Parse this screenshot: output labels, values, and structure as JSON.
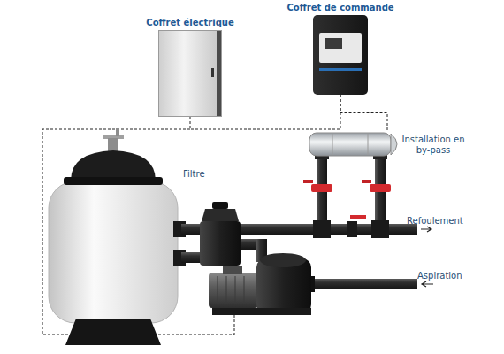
{
  "diagram": {
    "nodes": [
      {
        "text": [
          "Coffret électrique"
        ]
      },
      {
        "text": [
          "Coffret de commande"
        ]
      },
      {
        "text": [
          "Filtre"
        ]
      },
      {
        "text": [
          "Installation en by-pass"
        ]
      }
    ],
    "edges": [
      {
        "from": 0,
        "to": 1,
        "arrow": "none"
      },
      {
        "from": 1,
        "to": 3,
        "arrow": "none"
      }
    ],
    "labels": [
      "Refoulement",
      "Aspiration"
    ]
  }
}
